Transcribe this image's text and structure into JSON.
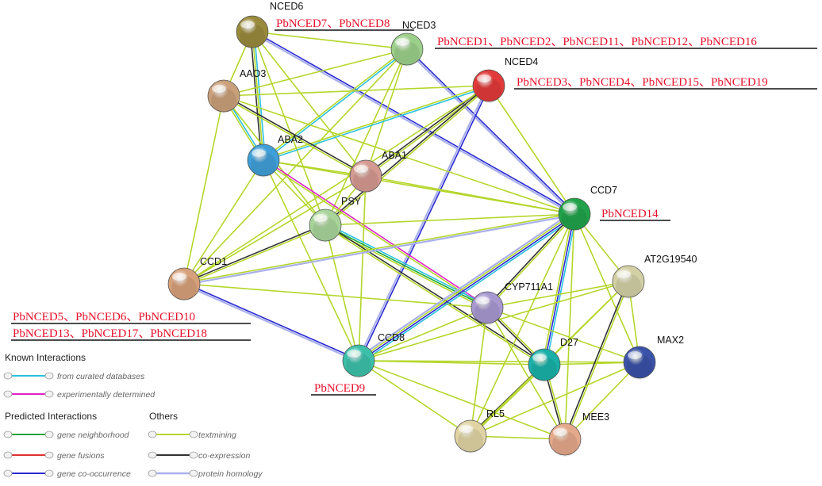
{
  "network": {
    "nodes": [
      {
        "id": "NCED6",
        "label": "NCED6",
        "color": "#9a8a3c",
        "annotations": [
          "PbNCED7、PbNCED8"
        ]
      },
      {
        "id": "NCED3",
        "label": "NCED3",
        "color": "#9cd08a",
        "annotations": [
          "PbNCED1、PbNCED2、PbNCED11、PbNCED12、PbNCED16"
        ]
      },
      {
        "id": "NCED4",
        "label": "NCED4",
        "color": "#e23a3a",
        "annotations": [
          "PbNCED3、PbNCED4、PbNCED15、PbNCED19"
        ]
      },
      {
        "id": "AAO3",
        "label": "AAO3",
        "color": "#c9a07a",
        "annotations": []
      },
      {
        "id": "ABA2",
        "label": "ABA2",
        "color": "#3f9fd8",
        "annotations": []
      },
      {
        "id": "ABA1",
        "label": "ABA1",
        "color": "#d49a92",
        "annotations": []
      },
      {
        "id": "PSY",
        "label": "PSY",
        "color": "#a8d49a",
        "annotations": []
      },
      {
        "id": "CCD7",
        "label": "CCD7",
        "color": "#21a24a",
        "annotations": [
          "PbNCED14"
        ]
      },
      {
        "id": "CCD1",
        "label": "CCD1",
        "color": "#d6a07a",
        "annotations": [
          "PbNCED5、PbNCED6、PbNCED10",
          "PbNCED13、PbNCED17、PbNCED18"
        ]
      },
      {
        "id": "AT2G19540",
        "label": "AT2G19540",
        "color": "#d2d0a4",
        "annotations": []
      },
      {
        "id": "CYP711A1",
        "label": "CYP711A1",
        "color": "#a898d0",
        "annotations": []
      },
      {
        "id": "CCD8",
        "label": "CCD8",
        "color": "#3cc0aa",
        "annotations": [
          "PbNCED9"
        ]
      },
      {
        "id": "MAX2",
        "label": "MAX2",
        "color": "#3a52a8",
        "annotations": []
      },
      {
        "id": "D27",
        "label": "D27",
        "color": "#1ab0a8",
        "annotations": []
      },
      {
        "id": "RL5",
        "label": "RL5",
        "color": "#e0d4a4",
        "annotations": []
      },
      {
        "id": "MEE3",
        "label": "MEE3",
        "color": "#e4a88a",
        "annotations": []
      }
    ],
    "edges": [
      {
        "from": "NCED6",
        "to": "AAO3",
        "types": [
          "textmining"
        ]
      },
      {
        "from": "NCED6",
        "to": "ABA2",
        "types": [
          "curated",
          "textmining",
          "coexpression"
        ]
      },
      {
        "from": "NCED6",
        "to": "ABA1",
        "types": [
          "textmining"
        ]
      },
      {
        "from": "NCED6",
        "to": "PSY",
        "types": [
          "textmining"
        ]
      },
      {
        "from": "NCED6",
        "to": "CCD7",
        "types": [
          "cooccurrence",
          "homology"
        ]
      },
      {
        "from": "NCED6",
        "to": "NCED3",
        "types": [
          "textmining"
        ]
      },
      {
        "from": "NCED3",
        "to": "AAO3",
        "types": [
          "textmining"
        ]
      },
      {
        "from": "NCED3",
        "to": "ABA2",
        "types": [
          "curated",
          "textmining"
        ]
      },
      {
        "from": "NCED3",
        "to": "ABA1",
        "types": [
          "textmining"
        ]
      },
      {
        "from": "NCED3",
        "to": "PSY",
        "types": [
          "textmining"
        ]
      },
      {
        "from": "NCED3",
        "to": "CCD7",
        "types": [
          "cooccurrence",
          "homology"
        ]
      },
      {
        "from": "NCED3",
        "to": "CCD1",
        "types": [
          "textmining"
        ]
      },
      {
        "from": "NCED4",
        "to": "AAO3",
        "types": [
          "textmining"
        ]
      },
      {
        "from": "NCED4",
        "to": "ABA2",
        "types": [
          "curated",
          "textmining"
        ]
      },
      {
        "from": "NCED4",
        "to": "ABA1",
        "types": [
          "textmining",
          "coexpression"
        ]
      },
      {
        "from": "NCED4",
        "to": "PSY",
        "types": [
          "textmining",
          "coexpression"
        ]
      },
      {
        "from": "NCED4",
        "to": "CCD7",
        "types": [
          "textmining"
        ]
      },
      {
        "from": "NCED4",
        "to": "CCD8",
        "types": [
          "cooccurrence",
          "homology"
        ]
      },
      {
        "from": "NCED4",
        "to": "CCD1",
        "types": [
          "textmining"
        ]
      },
      {
        "from": "AAO3",
        "to": "ABA2",
        "types": [
          "curated",
          "textmining"
        ]
      },
      {
        "from": "AAO3",
        "to": "ABA1",
        "types": [
          "coexpression",
          "textmining"
        ]
      },
      {
        "from": "AAO3",
        "to": "PSY",
        "types": [
          "textmining"
        ]
      },
      {
        "from": "AAO3",
        "to": "CCD7",
        "types": [
          "textmining"
        ]
      },
      {
        "from": "AAO3",
        "to": "CCD1",
        "types": [
          "textmining"
        ]
      },
      {
        "from": "ABA2",
        "to": "ABA1",
        "types": [
          "textmining"
        ]
      },
      {
        "from": "ABA2",
        "to": "PSY",
        "types": [
          "textmining"
        ]
      },
      {
        "from": "ABA2",
        "to": "CCD1",
        "types": [
          "textmining"
        ]
      },
      {
        "from": "ABA2",
        "to": "CYP711A1",
        "types": [
          "experimental",
          "textmining"
        ]
      },
      {
        "from": "ABA2",
        "to": "CCD8",
        "types": [
          "textmining"
        ]
      },
      {
        "from": "ABA2",
        "to": "CCD7",
        "types": [
          "textmining"
        ]
      },
      {
        "from": "ABA1",
        "to": "PSY",
        "types": [
          "textmining"
        ]
      },
      {
        "from": "ABA1",
        "to": "CCD1",
        "types": [
          "textmining"
        ]
      },
      {
        "from": "ABA1",
        "to": "CCD7",
        "types": [
          "textmining"
        ]
      },
      {
        "from": "ABA1",
        "to": "CCD8",
        "types": [
          "textmining"
        ]
      },
      {
        "from": "PSY",
        "to": "CCD1",
        "types": [
          "textmining",
          "coexpression"
        ]
      },
      {
        "from": "PSY",
        "to": "CCD7",
        "types": [
          "textmining"
        ]
      },
      {
        "from": "PSY",
        "to": "CCD8",
        "types": [
          "textmining"
        ]
      },
      {
        "from": "PSY",
        "to": "CYP711A1",
        "types": [
          "curated",
          "neighborhood",
          "textmining"
        ]
      },
      {
        "from": "PSY",
        "to": "D27",
        "types": [
          "coexpression",
          "textmining"
        ]
      },
      {
        "from": "CCD1",
        "to": "CCD7",
        "types": [
          "textmining",
          "homology"
        ]
      },
      {
        "from": "CCD1",
        "to": "CCD8",
        "types": [
          "cooccurrence",
          "homology"
        ]
      },
      {
        "from": "CCD1",
        "to": "CYP711A1",
        "types": [
          "textmining"
        ]
      },
      {
        "from": "CCD7",
        "to": "CCD8",
        "types": [
          "curated",
          "cooccurrence",
          "textmining",
          "homology"
        ]
      },
      {
        "from": "CCD7",
        "to": "CYP711A1",
        "types": [
          "textmining",
          "coexpression"
        ]
      },
      {
        "from": "CCD7",
        "to": "D27",
        "types": [
          "curated",
          "cooccurrence",
          "textmining"
        ]
      },
      {
        "from": "CCD7",
        "to": "AT2G19540",
        "types": [
          "textmining"
        ]
      },
      {
        "from": "CCD7",
        "to": "MAX2",
        "types": [
          "textmining"
        ]
      },
      {
        "from": "CCD7",
        "to": "RL5",
        "types": [
          "textmining"
        ]
      },
      {
        "from": "CCD7",
        "to": "MEE3",
        "types": [
          "textmining"
        ]
      },
      {
        "from": "CCD8",
        "to": "CYP711A1",
        "types": [
          "textmining"
        ]
      },
      {
        "from": "CCD8",
        "to": "D27",
        "types": [
          "textmining"
        ]
      },
      {
        "from": "CCD8",
        "to": "MAX2",
        "types": [
          "textmining"
        ]
      },
      {
        "from": "CCD8",
        "to": "RL5",
        "types": [
          "textmining"
        ]
      },
      {
        "from": "CCD8",
        "to": "MEE3",
        "types": [
          "textmining"
        ]
      },
      {
        "from": "CCD8",
        "to": "AT2G19540",
        "types": [
          "textmining"
        ]
      },
      {
        "from": "CYP711A1",
        "to": "D27",
        "types": [
          "textmining",
          "coexpression"
        ]
      },
      {
        "from": "CYP711A1",
        "to": "AT2G19540",
        "types": [
          "textmining"
        ]
      },
      {
        "from": "CYP711A1",
        "to": "MAX2",
        "types": [
          "textmining"
        ]
      },
      {
        "from": "CYP711A1",
        "to": "RL5",
        "types": [
          "textmining"
        ]
      },
      {
        "from": "CYP711A1",
        "to": "MEE3",
        "types": [
          "textmining"
        ]
      },
      {
        "from": "D27",
        "to": "AT2G19540",
        "types": [
          "textmining"
        ]
      },
      {
        "from": "D27",
        "to": "MAX2",
        "types": [
          "textmining"
        ]
      },
      {
        "from": "D27",
        "to": "RL5",
        "types": [
          "textmining",
          "coexpression"
        ]
      },
      {
        "from": "D27",
        "to": "MEE3",
        "types": [
          "textmining",
          "coexpression"
        ]
      },
      {
        "from": "AT2G19540",
        "to": "MAX2",
        "types": [
          "textmining"
        ]
      },
      {
        "from": "AT2G19540",
        "to": "RL5",
        "types": [
          "textmining"
        ]
      },
      {
        "from": "AT2G19540",
        "to": "MEE3",
        "types": [
          "textmining",
          "coexpression"
        ]
      },
      {
        "from": "MAX2",
        "to": "RL5",
        "types": [
          "textmining"
        ]
      },
      {
        "from": "MAX2",
        "to": "MEE3",
        "types": [
          "textmining"
        ]
      },
      {
        "from": "RL5",
        "to": "MEE3",
        "types": [
          "textmining"
        ]
      }
    ],
    "edge_colors": {
      "curated": "#2cc0e0",
      "experimental": "#e020c8",
      "neighborhood": "#1aa83c",
      "fusion": "#e03030",
      "cooccurrence": "#2a2ad0",
      "textmining": "#b4d62a",
      "coexpression": "#333333",
      "homology": "#aab0ec"
    }
  },
  "legend": {
    "known_title": "Known Interactions",
    "predicted_title": "Predicted Interactions",
    "others_title": "Others",
    "items": {
      "curated": "from curated databases",
      "experimental": "experimentally determined",
      "neighborhood": "gene neighborhood",
      "fusion": "gene fusions",
      "cooccurrence": "gene co-occurrence",
      "textmining": "textmining",
      "coexpression": "co-expression",
      "homology": "protein homology"
    }
  }
}
